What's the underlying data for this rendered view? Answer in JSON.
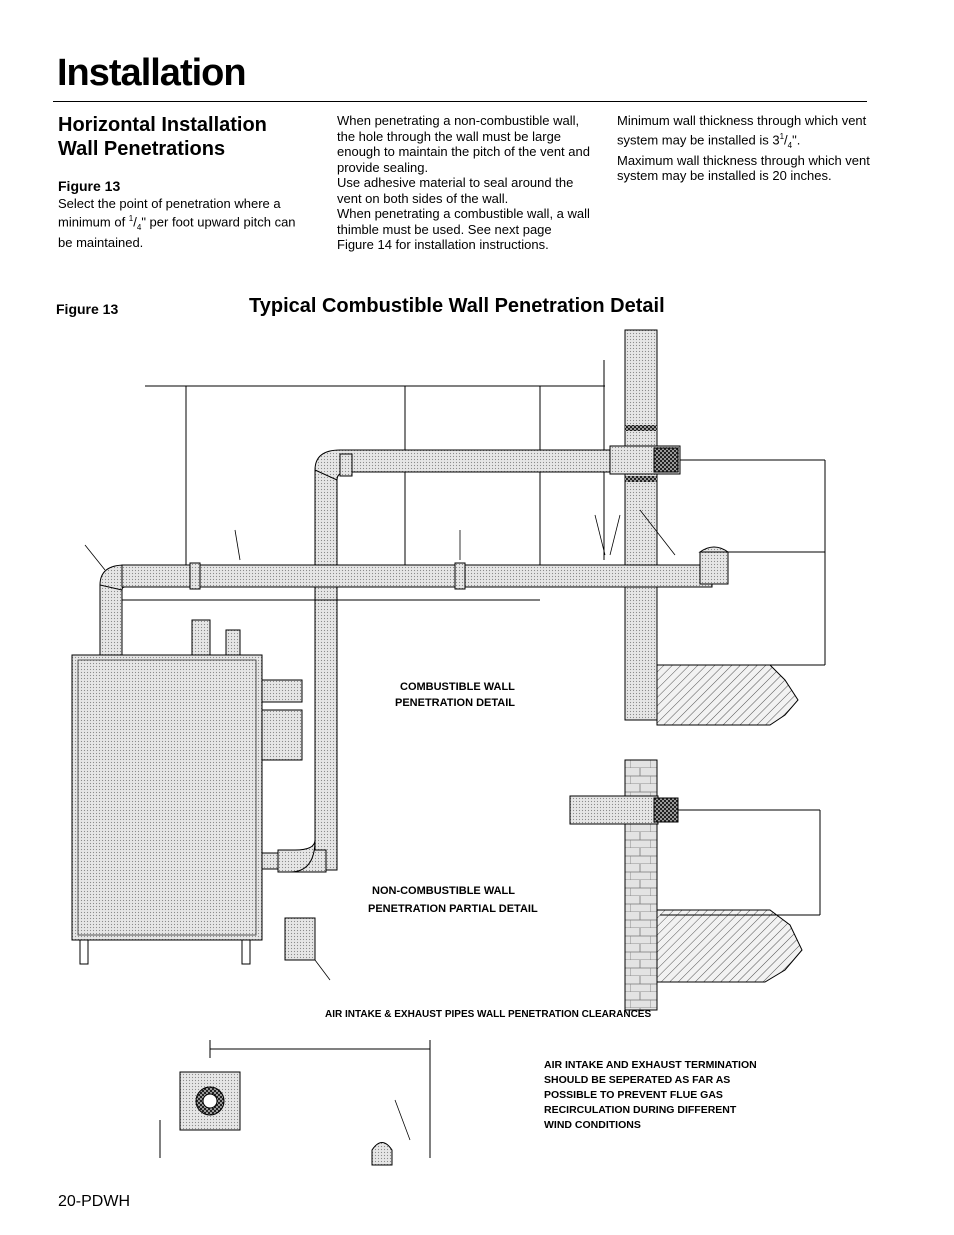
{
  "page": {
    "title": "Installation",
    "footer": "20-PDWH"
  },
  "column1": {
    "heading_line1": "Horizontal Installation",
    "heading_line2": "Wall Penetrations",
    "figure_label": "Figure 13",
    "text_a": "Select the point of penetration where a minimum of ",
    "frac_num": "1",
    "frac_den": "4",
    "text_b": "\" per foot upward pitch can be maintained."
  },
  "column2": {
    "para1": "When penetrating a non-combustible wall, the hole through the wall must be large enough to maintain the pitch of the vent and provide sealing.",
    "para2": "Use adhesive material to seal around the vent on both sides of the wall.",
    "para3": "When penetrating a combustible wall, a wall thimble must be used. See next page Figure 14 for installation instructions."
  },
  "column3": {
    "text_a": "Minimum wall thickness through which vent system may be installed is 3",
    "frac_num": "1",
    "frac_den": "4",
    "text_b": "\".",
    "para2": "Maximum wall thickness through which vent system may be installed is 20 inches."
  },
  "figure": {
    "label": "Figure 13",
    "title": "Typical Combustible Wall Penetration Detail",
    "combustible_label_line1": "COMBUSTIBLE WALL",
    "combustible_label_line2": "PENETRATION DETAIL",
    "noncombustible_label_line1": "NON-COMBUSTIBLE WALL",
    "noncombustible_label_line2": "PENETRATION PARTIAL DETAIL",
    "clearances_title": "AIR INTAKE & EXHAUST PIPES WALL PENETRATION CLEARANCES",
    "note_line1": "AIR INTAKE AND EXHAUST TERMINATION",
    "note_line2": "SHOULD BE SEPERATED AS FAR AS",
    "note_line3": "POSSIBLE TO PREVENT FLUE GAS",
    "note_line4": "RECIRCULATION DURING DIFFERENT",
    "note_line5": "WIND CONDITIONS"
  }
}
